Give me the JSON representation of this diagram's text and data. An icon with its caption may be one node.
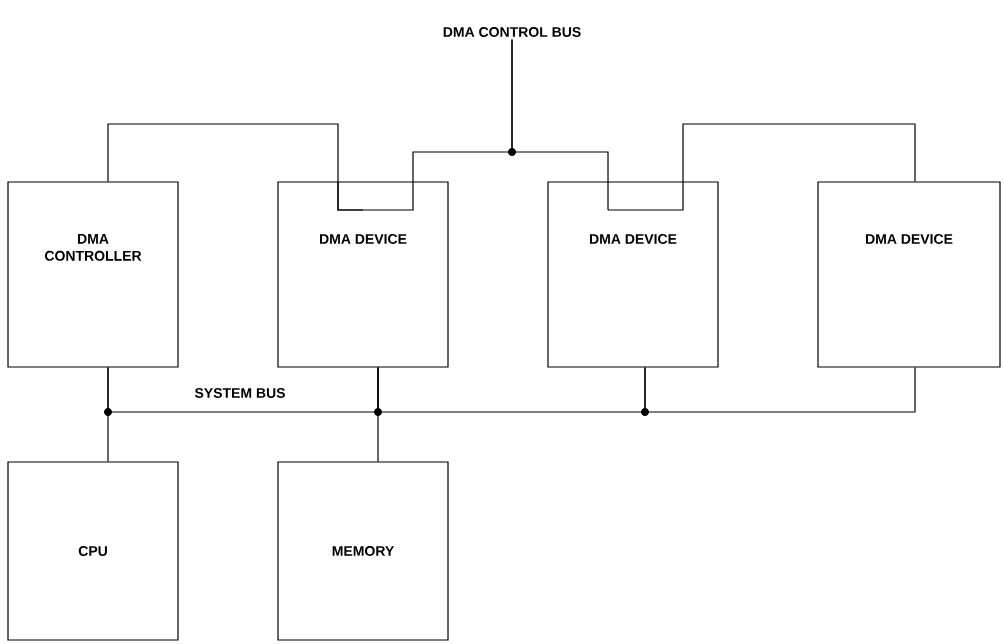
{
  "diagram": {
    "nodes": [
      {
        "text": [
          "DMA CONTROL BUS"
        ]
      },
      {
        "text": [
          "DMA CONTROLLER"
        ]
      },
      {
        "text": [
          "DMA DEVICE"
        ]
      },
      {
        "text": [
          "DMA DEVICE"
        ]
      },
      {
        "text": [
          "DMA DEVICE"
        ]
      },
      {
        "text": [
          "CPU"
        ]
      },
      {
        "text": [
          "MEMORY"
        ]
      }
    ],
    "edges": [
      {
        "from": 1,
        "to": 2,
        "arrow": "none"
      },
      {
        "from": 0,
        "to": 2,
        "arrow": "none"
      },
      {
        "from": 0,
        "to": 3,
        "arrow": "none"
      },
      {
        "from": 3,
        "to": 4,
        "arrow": "none"
      },
      {
        "from": 1,
        "to": 5,
        "arrow": "none"
      },
      {
        "from": 2,
        "to": 6,
        "arrow": "none"
      },
      {
        "from": 1,
        "to": 2,
        "arrow": "none"
      },
      {
        "from": 2,
        "to": 3,
        "arrow": "none"
      },
      {
        "from": 3,
        "to": 4,
        "arrow": "none"
      }
    ],
    "labels": [
      "SYSTEM BUS"
    ]
  }
}
